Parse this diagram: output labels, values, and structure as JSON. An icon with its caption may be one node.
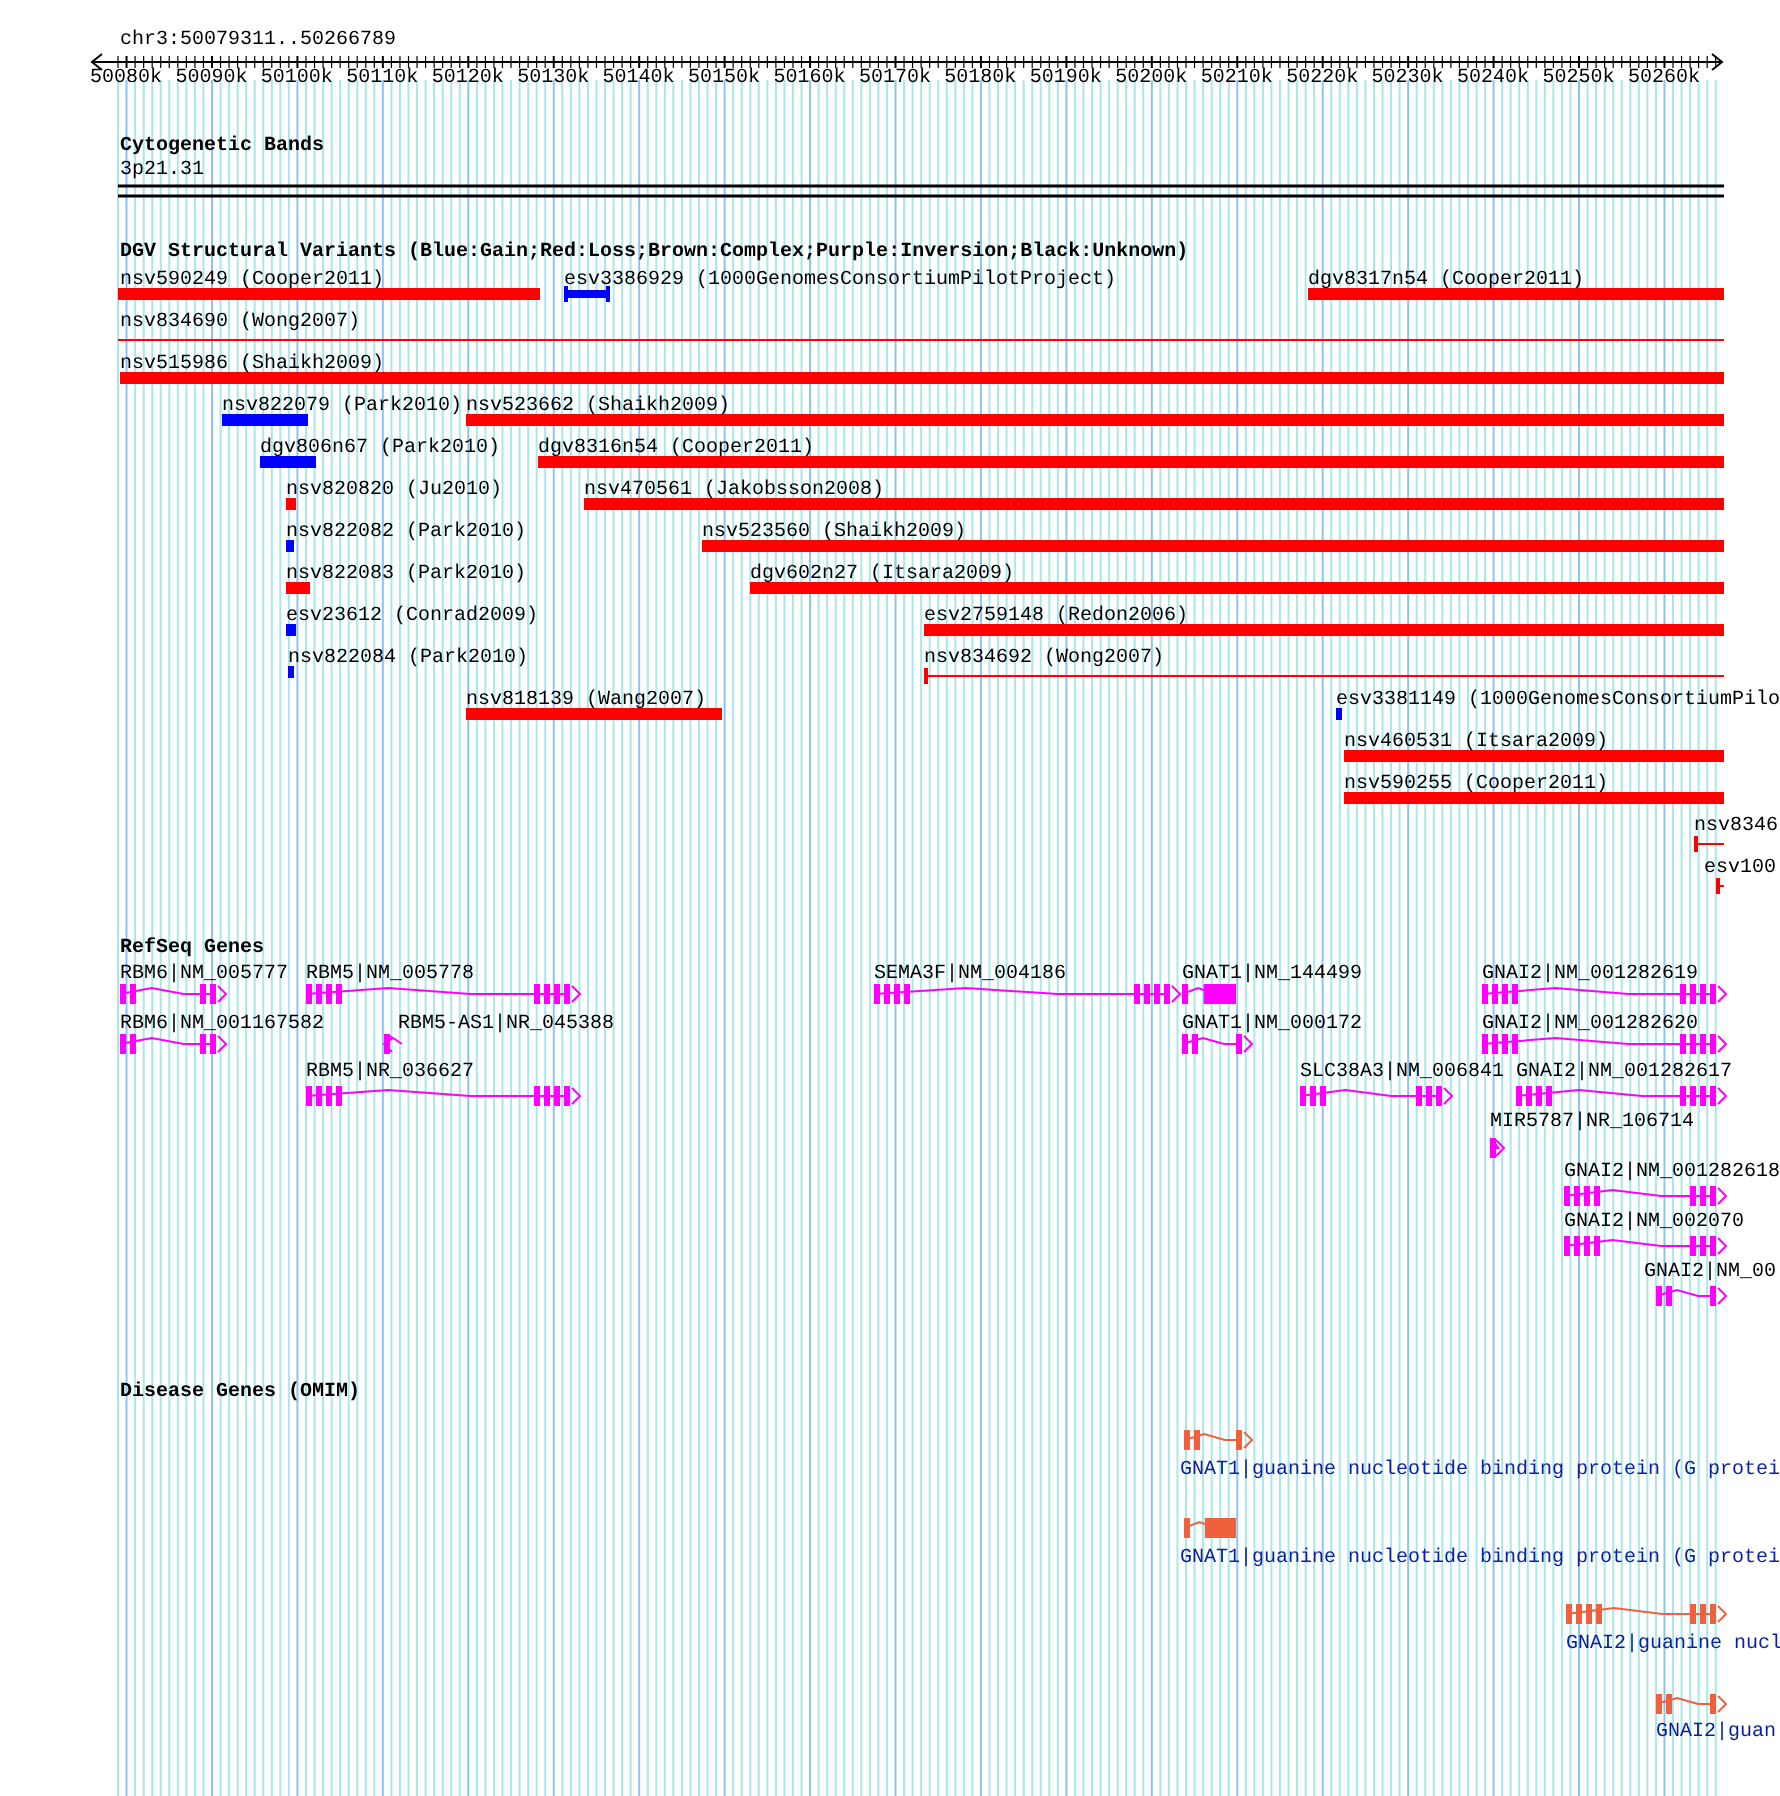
{
  "diagram": {
    "labels": [
      "chr3:50079311..50266789",
      "50080k",
      "50090k",
      "50100k",
      "50110k",
      "50120k",
      "50130k",
      "50140k",
      "50150k",
      "50160k",
      "50170k",
      "50180k",
      "50190k",
      "50200k",
      "50210k",
      "50220k",
      "50230k",
      "50240k",
      "50250k",
      "50260k",
      "Cytogenetic Bands",
      "3p21.31",
      "DGV Structural Variants (Blue:Gain;Red:Loss;Brown:Complex;Purple:Inversion;Black:Unknown)",
      "nsv590249 (Cooper2011)",
      "esv3386929 (1000GenomesConsortiumPilotProject)",
      "dgv8317n54 (Cooper2011)",
      "nsv834690 (Wong2007)",
      "nsv515986 (Shaikh2009)",
      "nsv822079 (Park2010)",
      "nsv523662 (Shaikh2009)",
      "dgv806n67 (Park2010)",
      "dgv8316n54 (Cooper2011)",
      "nsv820820 (Ju2010)",
      "nsv470561 (Jakobsson2008)",
      "nsv822082 (Park2010)",
      "nsv523560 (Shaikh2009)",
      "nsv822083 (Park2010)",
      "dgv602n27 (Itsara2009)",
      "esv23612 (Conrad2009)",
      "esv2759148 (Redon2006)",
      "nsv822084 (Park2010)",
      "nsv834692 (Wong2007)",
      "nsv818139 (Wang2007)",
      "esv3381149 (1000GenomesConsortiumPilo",
      "nsv460531 (Itsara2009)",
      "nsv590255 (Cooper2011)",
      "nsv8346",
      "esv100",
      "RefSeq Genes",
      "RBM6|NM_005777",
      "RBM5|NM_005778",
      "SEMA3F|NM_004186",
      "GNAT1|NM_144499",
      "GNAI2|NM_001282619",
      "RBM6|NM_001167582",
      "RBM5-AS1|NR_045388",
      "GNAT1|NM_000172",
      "GNAI2|NM_001282620",
      "RBM5|NR_036627",
      "SLC38A3|NM_006841",
      "GNAI2|NM_001282617",
      "MIR5787|NR_106714",
      "GNAI2|NM_001282618",
      "GNAI2|NM_002070",
      "GNAI2|NM_00",
      "Disease Genes (OMIM)",
      "GNAT1|guanine nucleotide binding protein (G protei",
      "GNAT1|guanine nucleotide binding protein (G protei",
      "GNAI2|guanine nucl",
      "GNAI2|guan"
    ]
  }
}
